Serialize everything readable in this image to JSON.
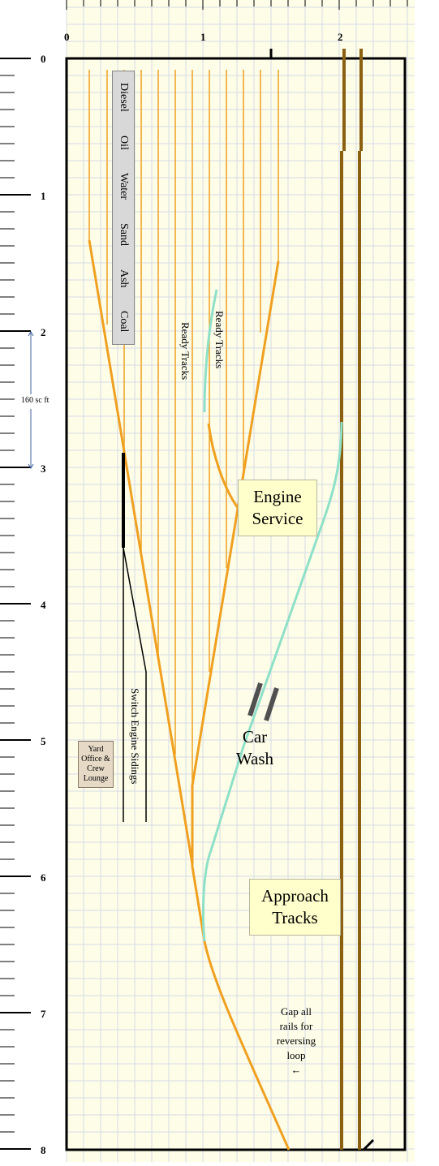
{
  "diagram": {
    "x_axis_labels": [
      "0",
      "1",
      "2"
    ],
    "y_axis_labels": [
      "0",
      "1",
      "2",
      "3",
      "4",
      "5",
      "6",
      "7",
      "8"
    ],
    "supplies": [
      "Diesel",
      "Oil",
      "Water",
      "Sand",
      "Ash",
      "Coal"
    ],
    "ready_tracks_label_1": "Ready Tracks",
    "ready_tracks_label_2": "Ready Tracks",
    "engine_service": {
      "line1": "Engine",
      "line2": "Service"
    },
    "car_wash": {
      "line1": "Car",
      "line2": "Wash"
    },
    "approach_tracks": {
      "line1": "Approach",
      "line2": "Tracks"
    },
    "switch_engine_sidings": "Switch Engine Sidings",
    "yard_office": {
      "line1": "Yard",
      "line2": "Office &",
      "line3": "Crew",
      "line4": "Lounge"
    },
    "dimension_label": "160 sc ft",
    "gap_note": {
      "line1": "Gap all",
      "line2": "rails for",
      "line3": "reversing",
      "line4": "loop",
      "arrow": "←"
    },
    "colors": {
      "track_orange": "#f0a020",
      "track_mint": "#8fe0c8",
      "mainline_brown": "#8b6010",
      "background": "#fdfde8",
      "grid": "#d8dbe6"
    }
  }
}
